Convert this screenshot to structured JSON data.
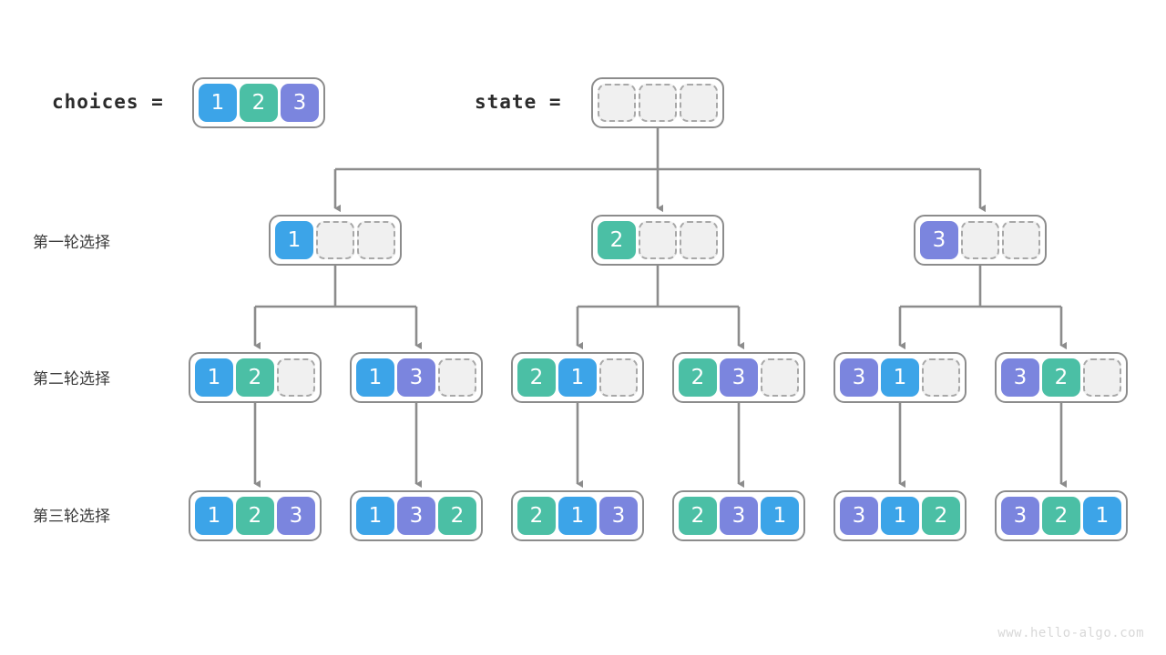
{
  "palette": {
    "value_1": "#3ca4e8",
    "value_2": "#4bbfa5",
    "value_3": "#7b85de",
    "empty_fill": "#f0f0f0",
    "empty_border": "#a8a8a8",
    "box_border": "#8c8c8c",
    "wire": "#8c8c8c",
    "background": "#ffffff",
    "text": "#2b2b2b",
    "watermark": "#d8d8d8"
  },
  "header": {
    "choices_label": "choices  =",
    "choices_cells": [
      "1",
      "2",
      "3"
    ],
    "state_label": "state  =",
    "state_cells": [
      "",
      "",
      ""
    ]
  },
  "rows": [
    {
      "label": "第一轮选择",
      "nodes": [
        {
          "cells": [
            "1",
            "",
            ""
          ]
        },
        {
          "cells": [
            "2",
            "",
            ""
          ]
        },
        {
          "cells": [
            "3",
            "",
            ""
          ]
        }
      ]
    },
    {
      "label": "第二轮选择",
      "nodes": [
        {
          "cells": [
            "1",
            "2",
            ""
          ]
        },
        {
          "cells": [
            "1",
            "3",
            ""
          ]
        },
        {
          "cells": [
            "2",
            "1",
            ""
          ]
        },
        {
          "cells": [
            "2",
            "3",
            ""
          ]
        },
        {
          "cells": [
            "3",
            "1",
            ""
          ]
        },
        {
          "cells": [
            "3",
            "2",
            ""
          ]
        }
      ]
    },
    {
      "label": "第三轮选择",
      "nodes": [
        {
          "cells": [
            "1",
            "2",
            "3"
          ]
        },
        {
          "cells": [
            "1",
            "3",
            "2"
          ]
        },
        {
          "cells": [
            "2",
            "1",
            "3"
          ]
        },
        {
          "cells": [
            "2",
            "3",
            "1"
          ]
        },
        {
          "cells": [
            "3",
            "1",
            "2"
          ]
        },
        {
          "cells": [
            "3",
            "2",
            "1"
          ]
        }
      ]
    }
  ],
  "watermark": "www.hello-algo.com"
}
